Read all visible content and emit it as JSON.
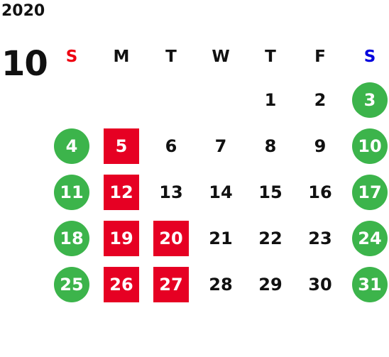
{
  "calendar": {
    "year": "2020",
    "month": "10",
    "colors": {
      "sunday_label": "#ee0011",
      "saturday_label": "#0000dd",
      "weekday_label": "#111111",
      "weekend_fill": "#3cb44b",
      "highlight_fill": "#e60023",
      "default_text": "#111111"
    },
    "weekdays": [
      "S",
      "M",
      "T",
      "W",
      "T",
      "F",
      "S"
    ],
    "weeks": [
      [
        {
          "label": "",
          "style": "blank"
        },
        {
          "label": "",
          "style": "blank"
        },
        {
          "label": "",
          "style": "blank"
        },
        {
          "label": "",
          "style": "blank"
        },
        {
          "label": "1",
          "style": "plain"
        },
        {
          "label": "2",
          "style": "plain"
        },
        {
          "label": "3",
          "style": "weekend"
        }
      ],
      [
        {
          "label": "4",
          "style": "weekend"
        },
        {
          "label": "5",
          "style": "holiday"
        },
        {
          "label": "6",
          "style": "plain"
        },
        {
          "label": "7",
          "style": "plain"
        },
        {
          "label": "8",
          "style": "plain"
        },
        {
          "label": "9",
          "style": "plain"
        },
        {
          "label": "10",
          "style": "weekend"
        }
      ],
      [
        {
          "label": "11",
          "style": "weekend"
        },
        {
          "label": "12",
          "style": "holiday"
        },
        {
          "label": "13",
          "style": "plain"
        },
        {
          "label": "14",
          "style": "plain"
        },
        {
          "label": "15",
          "style": "plain"
        },
        {
          "label": "16",
          "style": "plain"
        },
        {
          "label": "17",
          "style": "weekend"
        }
      ],
      [
        {
          "label": "18",
          "style": "weekend"
        },
        {
          "label": "19",
          "style": "holiday"
        },
        {
          "label": "20",
          "style": "holiday"
        },
        {
          "label": "21",
          "style": "plain"
        },
        {
          "label": "22",
          "style": "plain"
        },
        {
          "label": "23",
          "style": "plain"
        },
        {
          "label": "24",
          "style": "weekend"
        }
      ],
      [
        {
          "label": "25",
          "style": "weekend"
        },
        {
          "label": "26",
          "style": "holiday"
        },
        {
          "label": "27",
          "style": "holiday"
        },
        {
          "label": "28",
          "style": "plain"
        },
        {
          "label": "29",
          "style": "plain"
        },
        {
          "label": "30",
          "style": "plain"
        },
        {
          "label": "31",
          "style": "weekend"
        }
      ]
    ]
  }
}
